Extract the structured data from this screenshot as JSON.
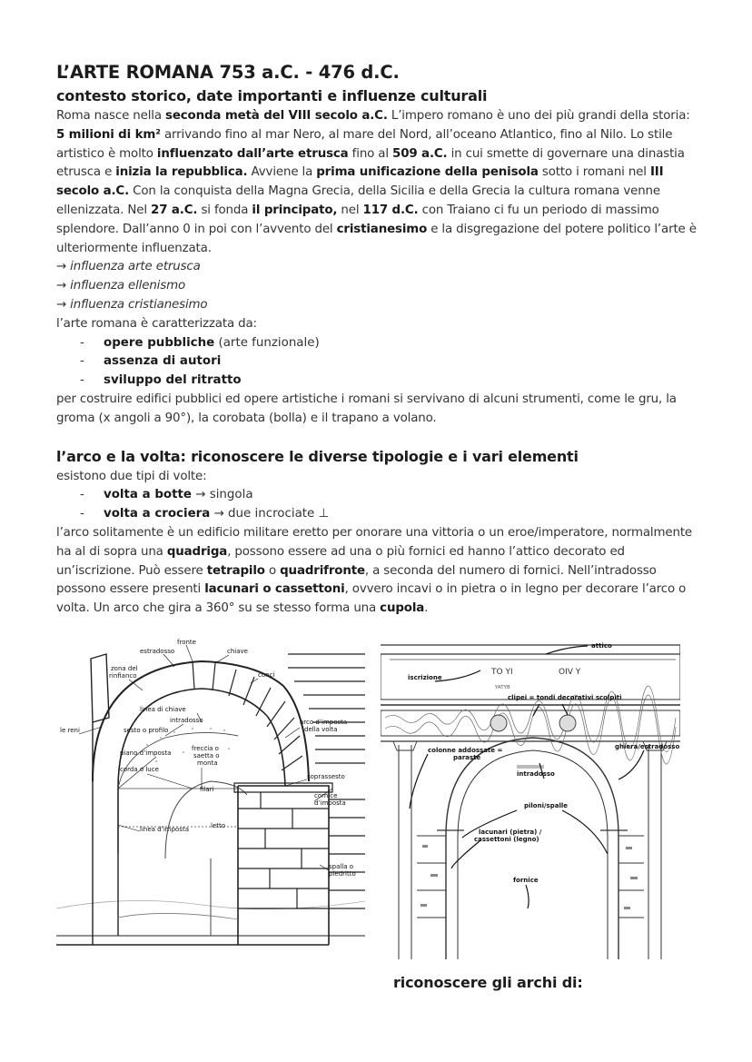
{
  "title": "L’ARTE ROMANA 753 a.C. - 476 d.C.",
  "section1": {
    "heading": "contesto storico, date importanti e influenze culturali",
    "p1": [
      {
        "t": "Roma  nasce nella ",
        "b": false
      },
      {
        "t": "seconda metà del VIII secolo a.C.",
        "b": true
      },
      {
        "t": "  L’impero romano è uno dei più grandi della storia: ",
        "b": false
      },
      {
        "t": "5 milioni di km²",
        "b": true
      },
      {
        "t": " arrivando fino al mar Nero, al mare del Nord, all’oceano Atlantico, fino al Nilo. Lo stile artistico è molto ",
        "b": false
      },
      {
        "t": "influenzato dall’arte etrusca",
        "b": true
      },
      {
        "t": " fino al ",
        "b": false
      },
      {
        "t": "509 a.C.",
        "b": true
      },
      {
        "t": " in cui smette di governare una dinastia etrusca e ",
        "b": false
      },
      {
        "t": "inizia la repubblica.",
        "b": true
      },
      {
        "t": " Avviene la ",
        "b": false
      },
      {
        "t": "prima unificazione della penisola",
        "b": true
      },
      {
        "t": " sotto i romani nel ",
        "b": false
      },
      {
        "t": "III secolo a.C.",
        "b": true
      },
      {
        "t": " Con la conquista della Magna Grecia, della Sicilia e della Grecia la cultura romana venne ellenizzata. Nel ",
        "b": false
      },
      {
        "t": "27 a.C.",
        "b": true
      },
      {
        "t": " si fonda ",
        "b": false
      },
      {
        "t": "il principato,",
        "b": true
      },
      {
        "t": " nel ",
        "b": false
      },
      {
        "t": "117 d.C.",
        "b": true
      },
      {
        "t": " con Traiano ci fu un periodo di massimo splendore. Dall’anno 0 in poi con l’avvento del ",
        "b": false
      },
      {
        "t": "cristianesimo",
        "b": true
      },
      {
        "t": " e la disgregazione del potere politico l’arte è ulteriormente influenzata.",
        "b": false
      }
    ],
    "influences": [
      "→ influenza arte etrusca",
      "→ influenza ellenismo",
      "→ influenza cristianesimo"
    ],
    "characterized": "l’arte romana è caratterizzata da:",
    "bullets": [
      [
        {
          "t": "opere pubbliche",
          "b": true
        },
        {
          "t": " (arte funzionale)",
          "b": false
        }
      ],
      [
        {
          "t": "assenza di autori",
          "b": true
        }
      ],
      [
        {
          "t": "sviluppo del ritratto",
          "b": true
        }
      ]
    ],
    "tools": "per costruire edifici pubblici ed opere artistiche i romani si servivano di alcuni strumenti, come le gru, la groma (x angoli a 90°), la corobata (bolla) e il trapano a volano."
  },
  "section2": {
    "heading": "l’arco e la volta:  riconoscere le diverse tipologie e i vari elementi",
    "intro": "esistono due tipi di volte:",
    "bullets": [
      [
        {
          "t": "volta a botte",
          "b": true
        },
        {
          "t": " → singola",
          "b": false
        }
      ],
      [
        {
          "t": "volta a crociera",
          "b": true
        },
        {
          "t": " → due incrociate ⊥",
          "b": false
        }
      ]
    ],
    "p": [
      {
        "t": " l’arco solitamente è un edificio militare eretto per onorare una vittoria o un eroe/imperatore, normalmente ha al di sopra una ",
        "b": false
      },
      {
        "t": "quadriga",
        "b": true
      },
      {
        "t": ", possono essere ad una o più fornici ed hanno l’attico decorato ed un’iscrizione. Può essere ",
        "b": false
      },
      {
        "t": "tetrapilo",
        "b": true
      },
      {
        "t": " o ",
        "b": false
      },
      {
        "t": "quadrifronte",
        "b": true
      },
      {
        "t": ", a seconda del numero di fornici. Nell’intradosso possono essere presenti ",
        "b": false
      },
      {
        "t": "lacunari o cassettoni",
        "b": true
      },
      {
        "t": ", ovvero incavi o in pietra o in legno per decorare l’arco o volta. Un arco che gira a 360° su se stesso forma una ",
        "b": false
      },
      {
        "t": "cupola",
        "b": true
      },
      {
        "t": ".",
        "b": false
      }
    ]
  },
  "figure1": {
    "labels": {
      "fronte": "fronte",
      "estradosso": "estradosso",
      "chiave": "chiave",
      "zona": "zona del",
      "rinfianco": "rinfianco",
      "conci": "conci",
      "linea_chiave": "linea di chiave",
      "intradosso": "intradosso",
      "le_reni": "le reni",
      "sesto": "sesto o profilo",
      "arco_imposta1": "arco d’imposta",
      "arco_imposta2": "della volta",
      "piano_imposta": "piano d’imposta",
      "freccia1": "freccia o",
      "freccia2": "saetta o",
      "freccia3": "monta",
      "corda": "corda o luce",
      "soprassesto": "soprassesto",
      "filari": "filari",
      "cornice1": "cornice",
      "cornice2": "d’imposta",
      "letto": "letto",
      "linea_imposta": "linea d’imposta",
      "spalla1": "spalla o",
      "spalla2": "piedritto"
    }
  },
  "figure2": {
    "labels": {
      "attico": "attico",
      "iscrizione": "iscrizione",
      "clipei": "clipei = tondi decorativi scolpiti",
      "colonne1": "colonne addossate =",
      "colonne2": "paraste",
      "ghiera": "ghiera/estradosso",
      "intradosso": "intradosso",
      "piloni": "piloni/spalle",
      "lacunari1": "lacunari (pietra) /",
      "lacunari2": "cassettoni (legno)",
      "fornice": "fornice"
    },
    "inscription": [
      "TO YI",
      "OIV Y"
    ],
    "inscription_small": "YATYB"
  },
  "caption": "riconoscere gli archi di:"
}
